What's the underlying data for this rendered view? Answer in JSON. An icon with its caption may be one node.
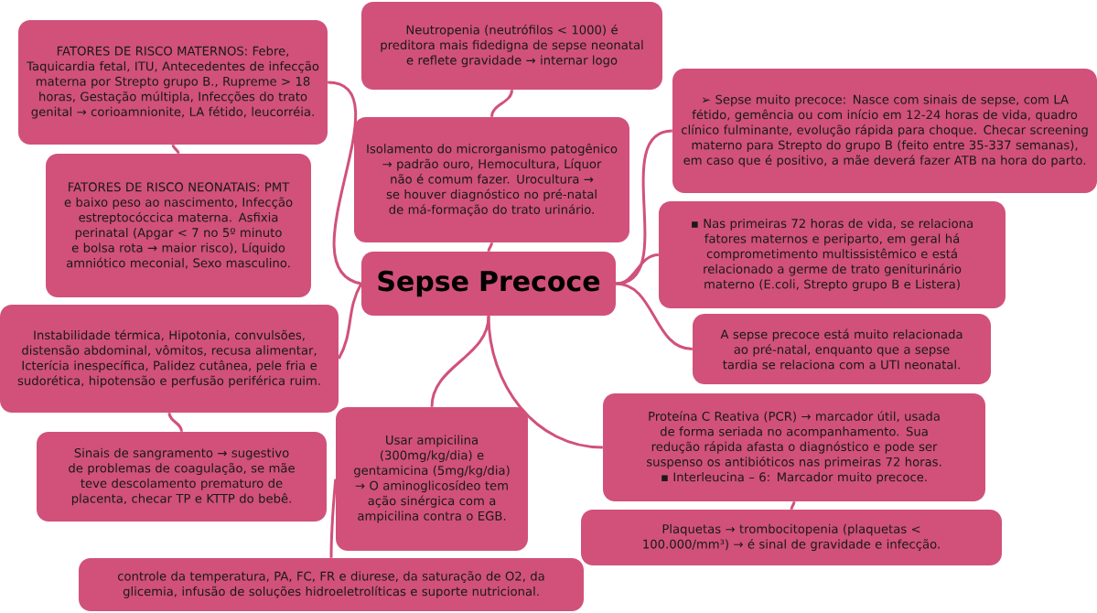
{
  "diagram": {
    "nodes": [
      {
        "text": [
          "Sepse Precoce"
        ]
      },
      {
        "text": [
          "FATORES DE RISCO MATERNOS: Febre, Taquicardia fetal, ITU, Antecedentes de infecção materna por Strepto grupo B., Rupreme > 18 horas, Gestação múltipla, Infecções do trato genital → corioamnionite, LA fétido, leucorréia."
        ]
      },
      {
        "text": [
          "FATORES DE RISCO NEONATAIS: PMT e baixo peso ao nascimento, Infecção estreptocóccica materna. Asfixia perinatal (Apgar < 7 no 5º minuto e bolsa rota → maior risco), Líquido amniótico meconial, Sexo masculino."
        ]
      },
      {
        "text": [
          "Neutropenia (neutrófilos < 1000) é preditora mais fidedigna de sepse neonatal e reflete gravidade → internar logo"
        ]
      },
      {
        "text": [
          "Isolamento do microrganismo patogênico → padrão ouro, Hemocultura, Líquor não é comum fazer. Urocultura → se houver diagnóstico no pré-natal de má-formação do trato urinário."
        ]
      },
      {
        "text": [
          "➢ Sepse muito precoce: Nasce com sinais de sepse, com LA fétido, gemência ou com início em 12-24 horas de vida, quadro clínico fulminante, evolução rápida para choque. Checar screening materno para Strepto do grupo B (feito entre 35-337 semanas), em caso que é positivo, a mãe deverá fazer ATB na hora do parto."
        ]
      },
      {
        "text": [
          "▪ Nas primeiras 72 horas de vida, se relaciona fatores maternos e periparto, em geral há comprometimento multissistêmico e está relacionado a germe de trato geniturinário materno (E.coli, Strepto grupo B e Listera)"
        ]
      },
      {
        "text": [
          "A sepse precoce está muito relacionada ao pré-natal, enquanto que a sepse tardia se relaciona com a UTI neonatal."
        ]
      },
      {
        "text": [
          "Instabilidade térmica, Hipotonia, convulsões, distensão abdominal, vômitos, recusa alimentar, Icterícia inespecífica, Palidez cutânea, pele fria e sudorética, hipotensão e perfusão periférica ruim."
        ]
      },
      {
        "text": [
          "Sinais de sangramento → sugestivo de problemas de coagulação, se mãe teve descolamento prematuro de placenta, checar TP e KTTP do bebê."
        ]
      },
      {
        "text": [
          "Usar ampicilina (300mg/kg/dia) e gentamicina (5mg/kg/dia) → O aminoglicosídeo tem ação sinérgica com a ampicilina contra o EGB."
        ]
      },
      {
        "text": [
          "controle da temperatura, PA, FC, FR e diurese, da saturação de O2, da glicemia, infusão de soluções hidroeletrolíticas e suporte nutricional."
        ]
      },
      {
        "text": [
          "Proteína C Reativa (PCR) → marcador útil, usada de forma seriada no acompanhamento. Sua redução rápida afasta o diagnóstico e pode ser suspenso os antibióticos nas primeiras 72 horas. ▪ Interleucina – 6: Marcador muito precoce."
        ]
      },
      {
        "text": [
          "Plaquetas → trombocitopenia (plaquetas < 100.000/mm³) → é sinal de gravidade e infecção."
        ]
      }
    ],
    "edges": [
      {
        "from": 0,
        "to": 1,
        "arrow": "none"
      },
      {
        "from": 1,
        "to": 2,
        "arrow": "none"
      },
      {
        "from": 0,
        "to": 4,
        "arrow": "none"
      },
      {
        "from": 4,
        "to": 3,
        "arrow": "none"
      },
      {
        "from": 0,
        "to": 5,
        "arrow": "none"
      },
      {
        "from": 0,
        "to": 6,
        "arrow": "none"
      },
      {
        "from": 0,
        "to": 7,
        "arrow": "none"
      },
      {
        "from": 0,
        "to": 8,
        "arrow": "none"
      },
      {
        "from": 8,
        "to": 9,
        "arrow": "none"
      },
      {
        "from": 0,
        "to": 10,
        "arrow": "none"
      },
      {
        "from": 10,
        "to": 11,
        "arrow": "none"
      },
      {
        "from": 0,
        "to": 12,
        "arrow": "none"
      },
      {
        "from": 12,
        "to": 13,
        "arrow": "none"
      }
    ]
  }
}
